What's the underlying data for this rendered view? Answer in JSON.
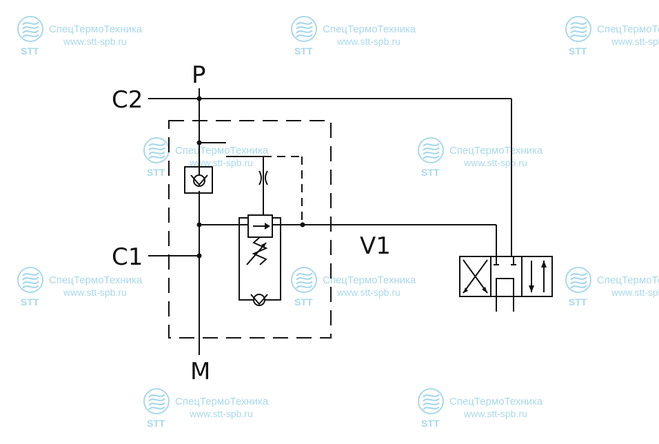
{
  "ports": {
    "p": "P",
    "c2": "C2",
    "c1": "C1",
    "m": "M",
    "v1": "V1"
  },
  "watermark": {
    "company": "СпецТермоТехника",
    "url": "www.stt-spb.ru",
    "logo_text": "STT",
    "color": "#a9d8ea",
    "icon": "stt-logo-icon"
  },
  "colors": {
    "line": "#111111",
    "background": "#ffffff"
  }
}
